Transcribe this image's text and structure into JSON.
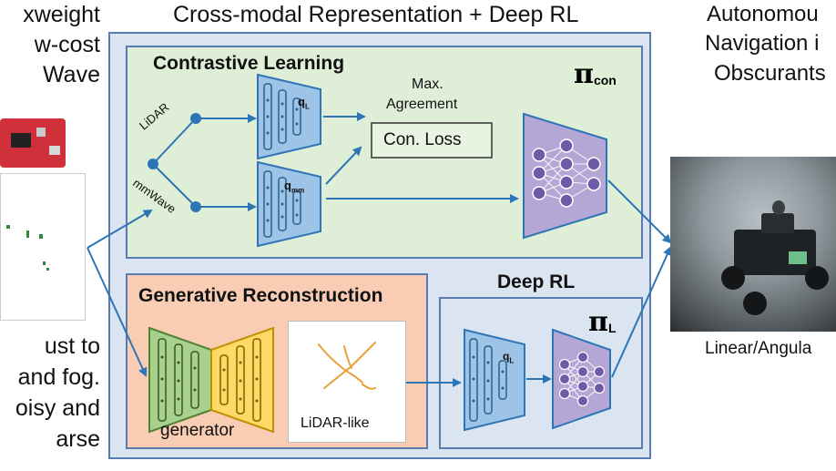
{
  "title": "Cross-modal Representation + Deep RL",
  "left_texts": {
    "top": [
      "xweight",
      "w-cost",
      "Wave"
    ],
    "bottom": [
      "ust to",
      "and fog.",
      "oisy and",
      "arse"
    ]
  },
  "right_texts": {
    "top": [
      "Autonomou",
      "Navigation i",
      "Obscurants"
    ],
    "bottom": "Linear/Angula"
  },
  "contrastive": {
    "title": "Contrastive Learning",
    "lidar_label": "LiDAR",
    "mmwave_label": "mmWave",
    "q_lidar": "q",
    "q_lidar_sub": "L",
    "q_mm": "q",
    "q_mm_sub": "mm",
    "agreement_line1": "Max.",
    "agreement_line2": "Agreement",
    "loss": "Con. Loss",
    "policy_symbol": "π",
    "policy_sub": "con"
  },
  "generative": {
    "title": "Generative Reconstruction",
    "generator": "generator",
    "lidar_like": "LiDAR-like"
  },
  "deep_rl": {
    "title": "Deep RL",
    "q": "q",
    "q_sub": "L",
    "policy_symbol": "π",
    "policy_sub": "L"
  },
  "colors": {
    "outer_panel": "#dbe4f1",
    "outer_border": "#5b7ab0",
    "contrastive_bg": "#dfeed6",
    "generative_bg": "#f8cdb4",
    "arrow": "#2e75b6",
    "encoder_fill": "#9dc3e6",
    "policy_fill": "#b4a7d6",
    "generator_green": "#a9d18e",
    "generator_yellow": "#ffd966"
  }
}
